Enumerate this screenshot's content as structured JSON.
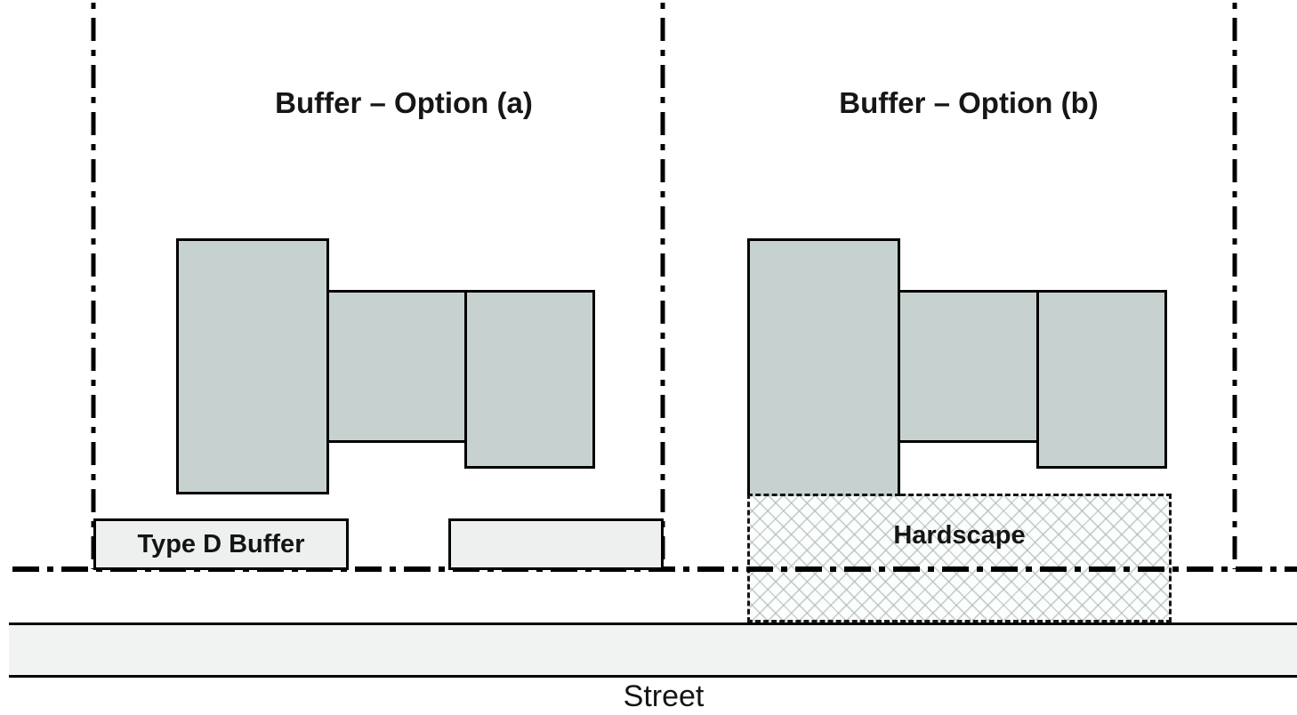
{
  "diagram": {
    "sections": [
      {
        "id": "option-a",
        "title": "Buffer – Option (a)",
        "buffer_label": "Type D Buffer"
      },
      {
        "id": "option-b",
        "title": "Buffer – Option (b)",
        "hardscape_label": "Hardscape"
      }
    ],
    "street_label": "Street"
  },
  "colors": {
    "building_fill": "#c7d2d0",
    "buffer_fill": "#eef0ef",
    "street_fill": "#f1f3f2",
    "line": "#000000"
  }
}
